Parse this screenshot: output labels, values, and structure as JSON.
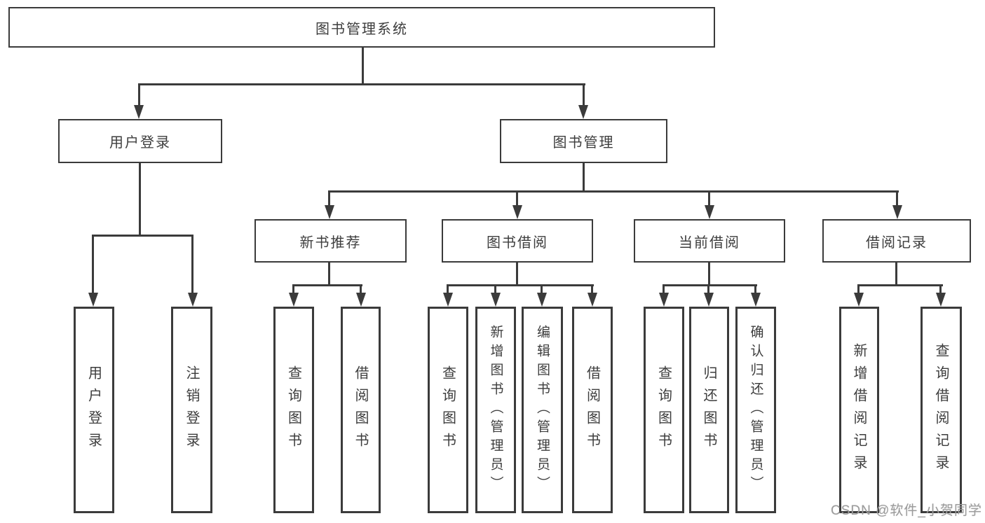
{
  "diagram": {
    "title": "图书管理系统",
    "root": {
      "label": "图书管理系统"
    },
    "level2": [
      {
        "label": "用户登录"
      },
      {
        "label": "图书管理"
      }
    ],
    "level3": [
      {
        "label": "新书推荐"
      },
      {
        "label": "图书借阅"
      },
      {
        "label": "当前借阅"
      },
      {
        "label": "借阅记录"
      }
    ],
    "leaves": {
      "user_login": [
        "用户登录",
        "注销登录"
      ],
      "new_books": [
        "查询图书",
        "借阅图书"
      ],
      "book_borrow": [
        "查询图书",
        "新增图书（管理员）",
        "编辑图书（管理员）",
        "借阅图书"
      ],
      "current_borrow": [
        "查询图书",
        "归还图书",
        "确认归还（管理员）"
      ],
      "borrow_records": [
        "新增借阅记录",
        "查询借阅记录"
      ]
    },
    "watermark": "CSDN @软件_小贺同学",
    "colors": {
      "line": "#3b3b3b",
      "text": "#3d3d3d",
      "background": "#ffffff",
      "watermark": "#9c9c9c"
    }
  }
}
